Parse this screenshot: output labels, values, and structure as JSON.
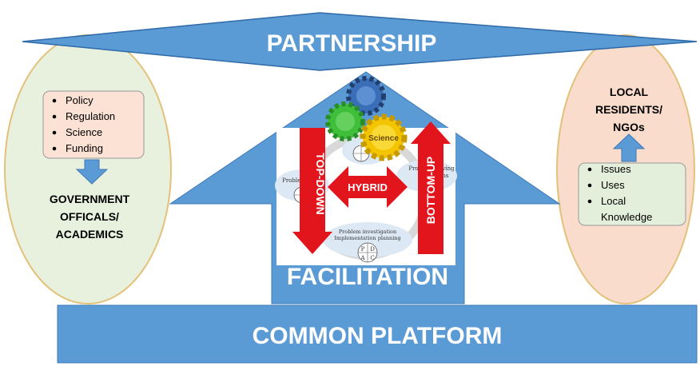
{
  "diagram": {
    "partnership": "PARTNERSHIP",
    "facilitation": "FACILITATION",
    "common_platform": "COMMON PLATFORM",
    "left_group": {
      "items": [
        "Policy",
        "Regulation",
        "Science",
        "Funding"
      ],
      "label_lines": [
        "GOVERNMENT",
        "OFFICALS/",
        "ACADEMICS"
      ]
    },
    "right_group": {
      "label_lines": [
        "LOCAL",
        "RESIDENTS/",
        "NGOs"
      ],
      "items": [
        "Issues",
        "Uses",
        "Local",
        "Knowledge"
      ]
    },
    "center": {
      "top_down": "TOP-DOWN",
      "bottom_up": "BOTTOM-UP",
      "hybrid": "HYBRID",
      "gear_label": "Science",
      "cycle_texts": [
        "Problem solving",
        "ing actions",
        "Problem investigation",
        "Implementation planning",
        "Problem"
      ],
      "pdca": [
        "P",
        "D",
        "A",
        "C"
      ]
    },
    "colors": {
      "blue": "#5b9bd5",
      "blue_dark": "#4a86c5",
      "oval_left": "#e8f1de",
      "oval_right": "#f9dccb",
      "oval_stroke": "#e3c17a",
      "box_left": "#fbe2d5",
      "box_right": "#e3efda",
      "red": "#e2151c"
    }
  }
}
